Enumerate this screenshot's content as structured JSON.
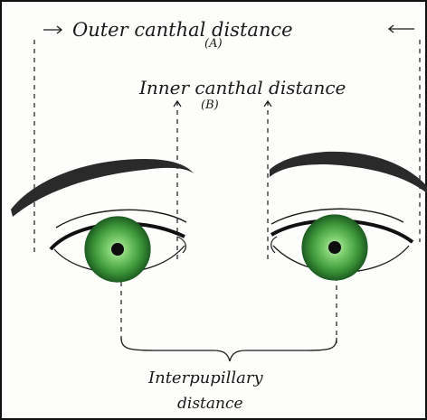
{
  "labels": {
    "outer_canthal": "Outer canthal distance",
    "outer_canthal_letter": "(A)",
    "inner_canthal": "Inner canthal distance",
    "inner_canthal_letter": "(B)",
    "interpupillary_line1": "Interpupillary",
    "interpupillary_line2": "distance"
  },
  "colors": {
    "iris": "#3f9a3b",
    "iris_dark": "#1f5f23",
    "iris_light": "#7fcf6f",
    "pupil": "#0d0d0d",
    "eyebrow": "#2a2a2a",
    "line": "#1a1a1a",
    "border": "#111111"
  }
}
